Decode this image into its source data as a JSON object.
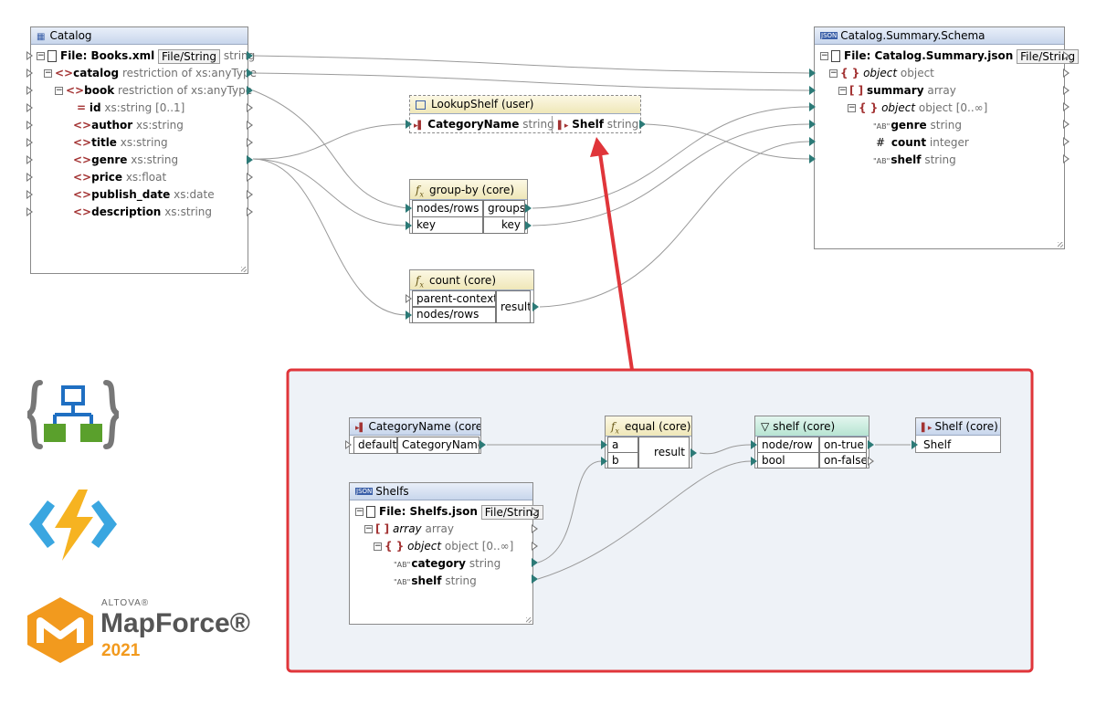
{
  "catalog": {
    "title": "Catalog",
    "file": {
      "label": "File: Books.xml",
      "button": "File/String",
      "type": "string"
    },
    "items": [
      {
        "name": "catalog",
        "desc": "restriction of xs:anyType"
      },
      {
        "name": "book",
        "desc": "restriction of xs:anyType"
      },
      {
        "name": "id",
        "desc": "xs:string [0..1]"
      },
      {
        "name": "author",
        "desc": "xs:string"
      },
      {
        "name": "title",
        "desc": "xs:string"
      },
      {
        "name": "genre",
        "desc": "xs:string"
      },
      {
        "name": "price",
        "desc": "xs:float"
      },
      {
        "name": "publish_date",
        "desc": "xs:date"
      },
      {
        "name": "description",
        "desc": "xs:string"
      }
    ]
  },
  "summary": {
    "title": "Catalog.Summary.Schema",
    "file": {
      "label": "File: Catalog.Summary.json",
      "button": "File/String"
    },
    "items": [
      {
        "name": "object",
        "desc": "object"
      },
      {
        "name": "summary",
        "desc": "array"
      },
      {
        "name": "object",
        "desc": "object [0..∞]"
      },
      {
        "name": "genre",
        "desc": "string"
      },
      {
        "name": "count",
        "desc": "integer"
      },
      {
        "name": "shelf",
        "desc": "string"
      }
    ]
  },
  "lookup": {
    "title": "LookupShelf (user)",
    "in_name": "CategoryName",
    "in_type": "string",
    "out_name": "Shelf",
    "out_type": "string"
  },
  "groupby": {
    "title": "group-by (core)",
    "in1": "nodes/rows",
    "in2": "key",
    "out1": "groups",
    "out2": "key"
  },
  "count": {
    "title": "count (core)",
    "in1": "parent-context",
    "in2": "nodes/rows",
    "out": "result"
  },
  "inner": {
    "catname": {
      "title": "CategoryName (core)",
      "in": "default",
      "out": "CategoryName"
    },
    "equal": {
      "title": "equal (core)",
      "in1": "a",
      "in2": "b",
      "out": "result"
    },
    "filter": {
      "title": "shelf (core)",
      "in1": "node/row",
      "in2": "bool",
      "out1": "on-true",
      "out2": "on-false"
    },
    "shelfout": {
      "title": "Shelf (core)",
      "in": "Shelf"
    },
    "shelfs": {
      "title": "Shelfs",
      "file": {
        "label": "File: Shelfs.json",
        "button": "File/String"
      },
      "items": [
        {
          "name": "array",
          "desc": "array"
        },
        {
          "name": "object",
          "desc": "object [0..∞]"
        },
        {
          "name": "category",
          "desc": "string"
        },
        {
          "name": "shelf",
          "desc": "string"
        }
      ]
    }
  },
  "brand": {
    "company": "ALTOVA®",
    "product": "MapForce®",
    "year": "2021"
  },
  "colors": {
    "wire": "#9a9a9a",
    "connector": "#2c7a77",
    "callout": "#e0353a",
    "inner_bg": "#eef2f7"
  }
}
